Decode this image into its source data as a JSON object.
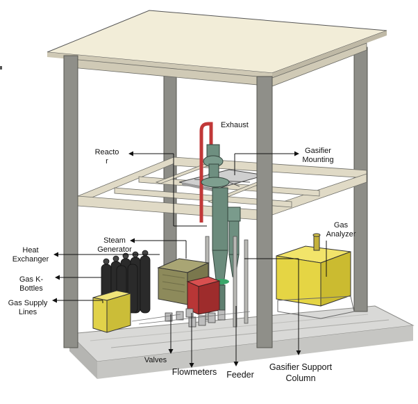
{
  "colors": {
    "frame": "#8e8e88",
    "frame_dark": "#5d5d58",
    "roof": "#f1ecd6",
    "beam": "#ded8c4",
    "floor": "#d8d8d6",
    "reactor": "#6b8b7c",
    "pipe_red": "#c33a3a",
    "cabinet_yellow": "#e6d64a",
    "steam_olive": "#8e8a5a",
    "bottle": "#222222",
    "arrow": "#111111"
  },
  "labels": {
    "exhaust": "Exhaust",
    "reactor": "Reacto\nr",
    "gasifier_mounting": "Gasifier\nMounting",
    "steam_generator": "Steam\nGenerator",
    "gas_analyzer": "Gas\nAnalyzer",
    "heat_exchanger": "Heat\nExchanger",
    "gas_k_bottles": "Gas K-\nBottles",
    "gas_supply_lines": "Gas Supply\nLines",
    "valves": "Valves",
    "flowmeters": "Flowmeters",
    "feeder": "Feeder",
    "gasifier_support_column": "Gasifier Support\nColumn"
  }
}
